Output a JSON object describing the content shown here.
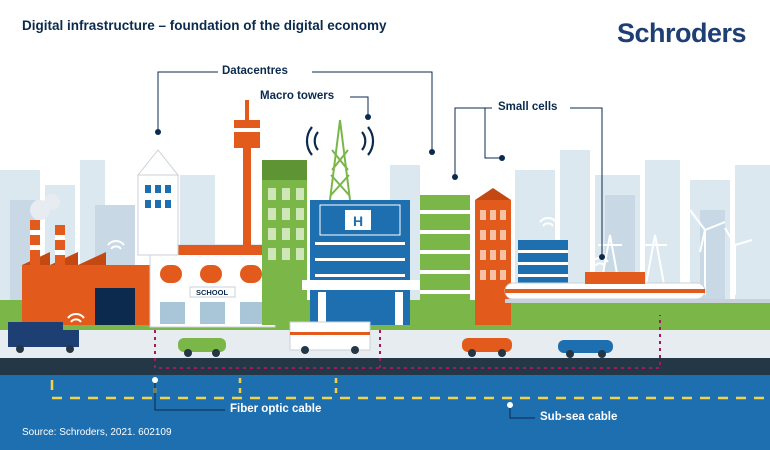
{
  "header": {
    "title": "Digital infrastructure – foundation of the digital economy",
    "brand": "Schroders"
  },
  "callouts": {
    "datacentres": "Datacentres",
    "macro_towers": "Macro towers",
    "small_cells": "Small cells",
    "fiber": "Fiber optic cable",
    "subsea": "Sub-sea cable"
  },
  "signs": {
    "school": "SCHOOL",
    "hospital": "H"
  },
  "footer": {
    "source": "Source: Schroders, 2021. 602109"
  },
  "colors": {
    "navy": "#0b2a4d",
    "brand": "#1e3f73",
    "orange": "#e25a1c",
    "green": "#7ab648",
    "sea": "#1e6fb0",
    "road": "#243746",
    "cable": "#f2d24b",
    "magenta": "#a3195b"
  }
}
